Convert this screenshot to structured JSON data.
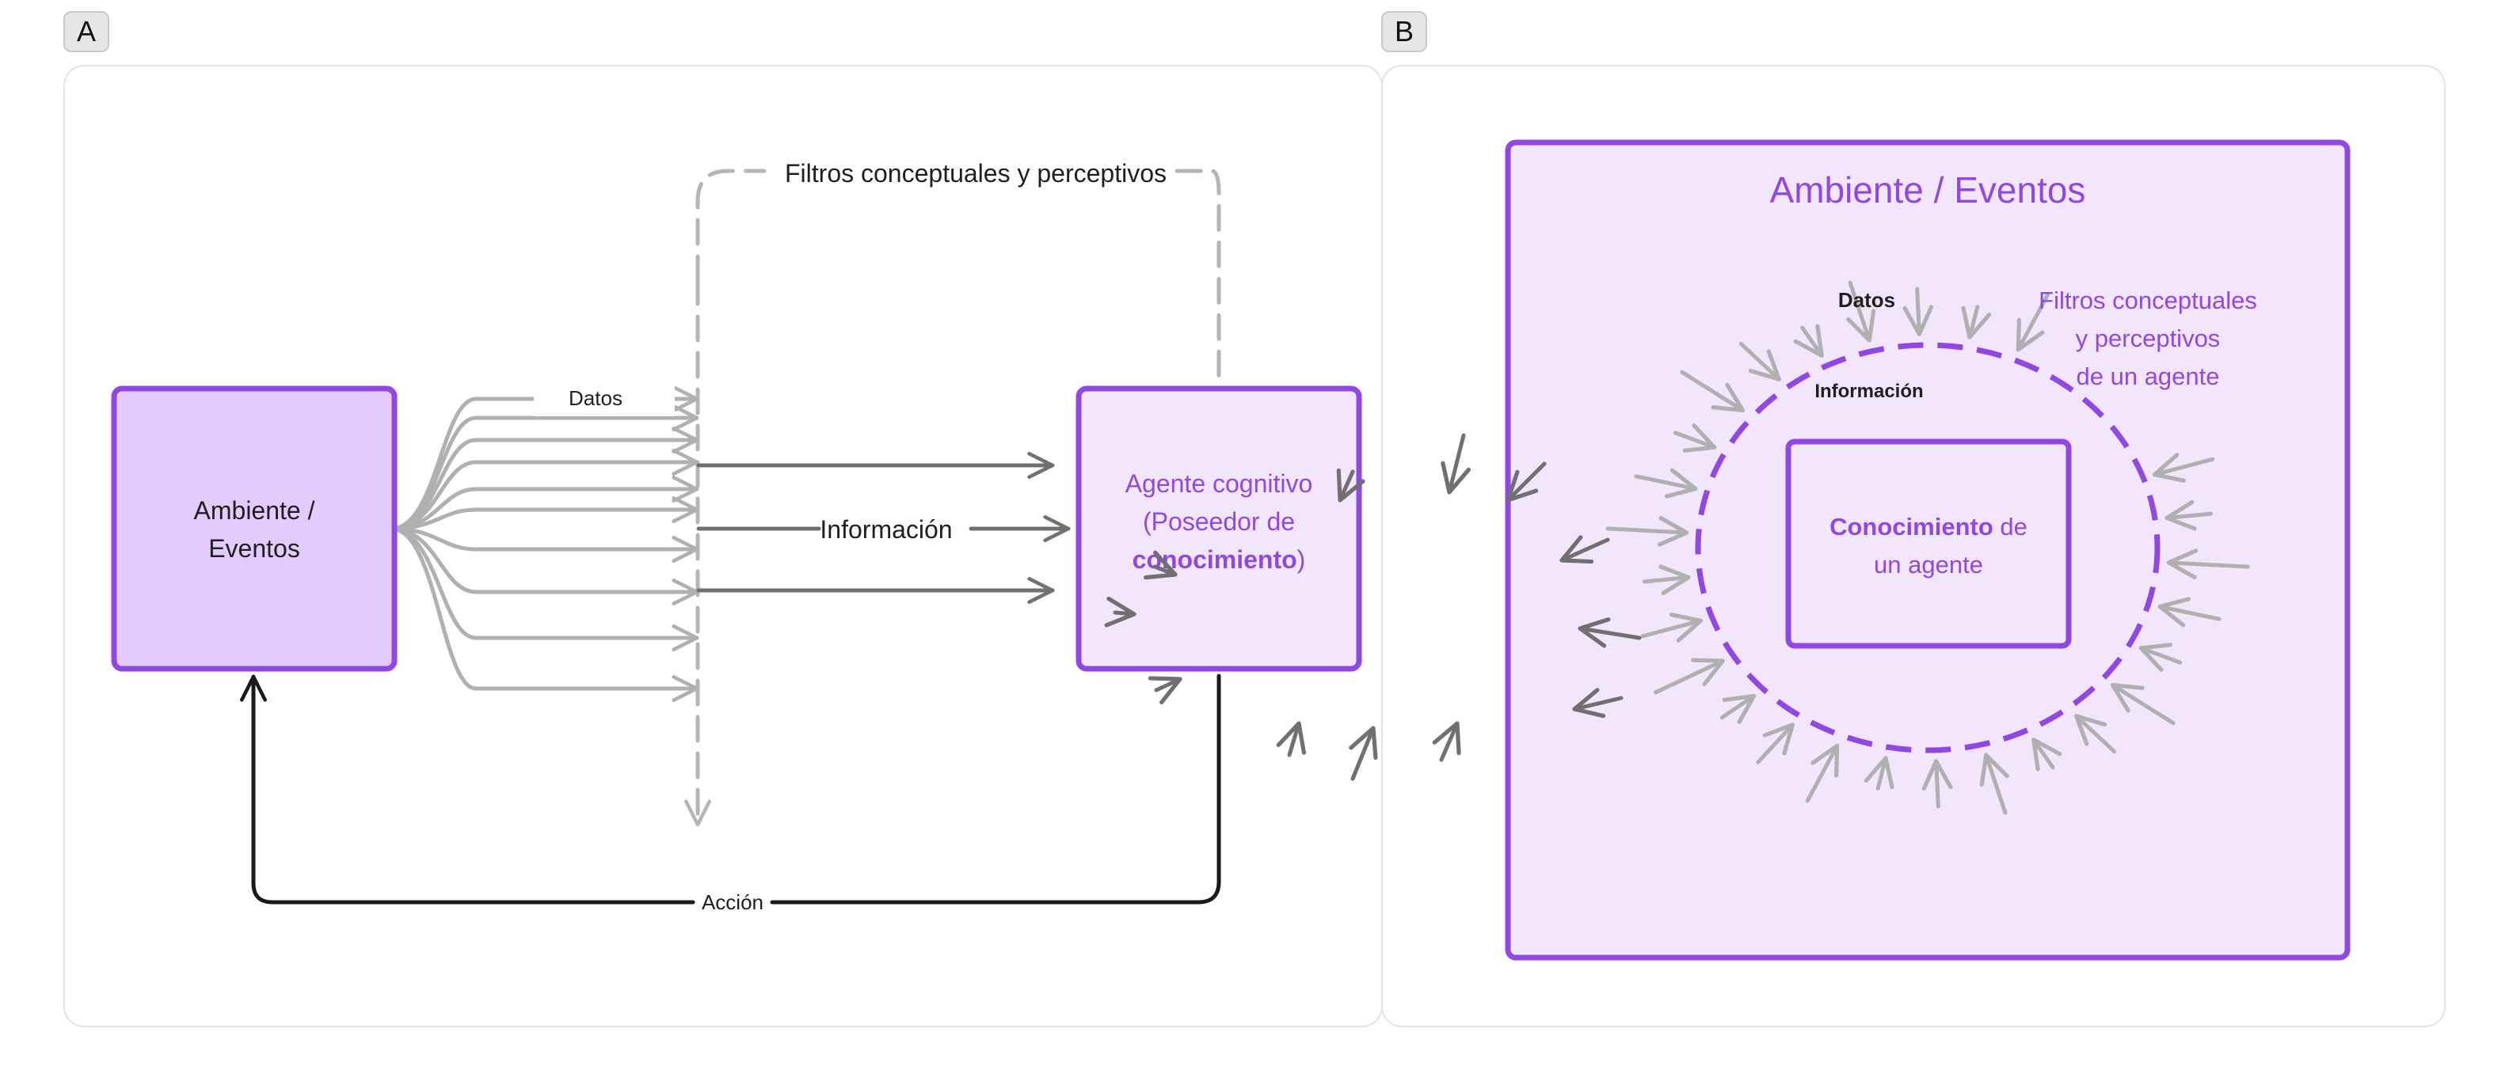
{
  "panel_a": {
    "tag": "A",
    "environment_label_line1": "Ambiente /",
    "environment_label_line2": "Eventos",
    "data_label": "Datos",
    "information_label": "Información",
    "filters_label": "Filtros conceptuales y perceptivos",
    "agent_line1": "Agente cognitivo",
    "agent_line2": "(Poseedor de",
    "agent_line3_bold": "conocimiento",
    "agent_line3_rest": ")",
    "action_label": "Acción"
  },
  "panel_b": {
    "tag": "B",
    "environment_title": "Ambiente / Eventos",
    "data_label": "Datos",
    "information_label": "Información",
    "filters_line1": "Filtros conceptuales",
    "filters_line2": "y perceptivos",
    "filters_line3": "de un agente",
    "knowledge_bold": "Conocimiento",
    "knowledge_rest": " de",
    "knowledge_line2": "un agente"
  },
  "colors": {
    "purple": "#9147e6",
    "environment_fill": "#e3ccfc",
    "agent_fill": "#f2e6fd",
    "data_arrow": "#b0b0b0",
    "info_arrow": "#707070",
    "action_arrow": "#1a1a1a",
    "filter_dash": "#b5b5b5"
  }
}
